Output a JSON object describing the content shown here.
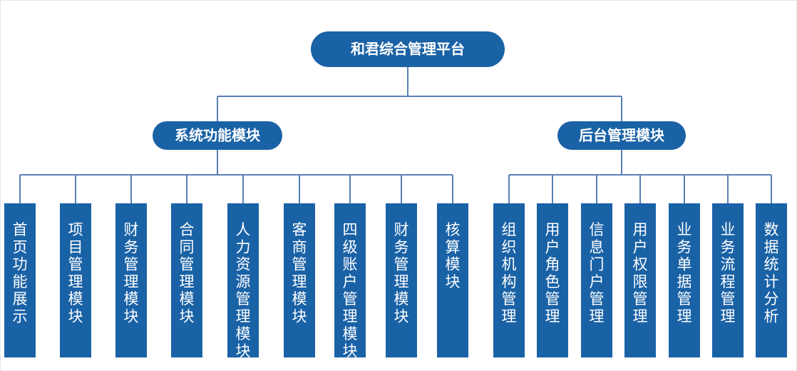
{
  "colors": {
    "node_fill": "#1a62a6",
    "line": "#5b7fb7",
    "text": "#ffffff",
    "background": "#ffffff"
  },
  "root": {
    "label": "和君综合管理平台"
  },
  "branches": [
    {
      "label": "系统功能模块",
      "children": [
        {
          "label": "首页功能展示"
        },
        {
          "label": "项目管理模块"
        },
        {
          "label": "财务管理模块"
        },
        {
          "label": "合同管理模块"
        },
        {
          "label": "人力资源管理模块"
        },
        {
          "label": "客商管理模块"
        },
        {
          "label": "四级账户管理模块"
        },
        {
          "label": "财务管理模块"
        },
        {
          "label": "核算模块"
        }
      ]
    },
    {
      "label": "后台管理模块",
      "children": [
        {
          "label": "组织机构管理"
        },
        {
          "label": "用户角色管理"
        },
        {
          "label": "信息门户管理"
        },
        {
          "label": "用户权限管理"
        },
        {
          "label": "业务单据管理"
        },
        {
          "label": "业务流程管理"
        },
        {
          "label": "数据统计分析"
        }
      ]
    }
  ]
}
